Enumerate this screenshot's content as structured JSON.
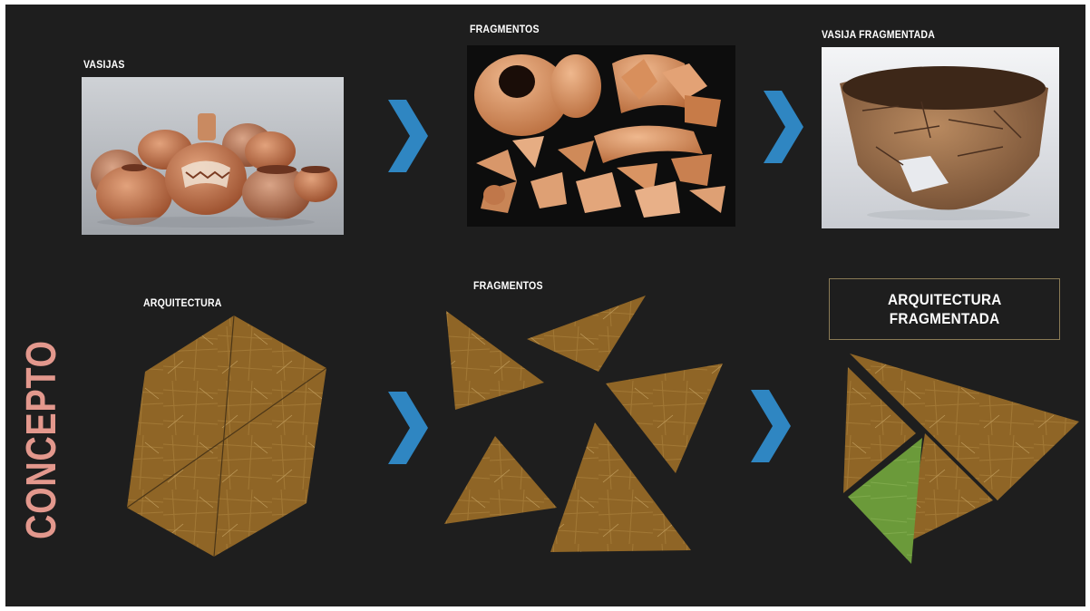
{
  "side_title": "CONCEPTO",
  "top_row": {
    "vessels_label": "VASIJAS",
    "fragments_label": "FRAGMENTOS",
    "fragmented_vessel_label": "VASIJA FRAGMENTADA"
  },
  "bottom_row": {
    "architecture_label": "ARQUITECTURA",
    "fragments_label": "FRAGMENTOS",
    "result_label_line1": "ARQUITECTURA",
    "result_label_line2": "FRAGMENTADA"
  },
  "colors": {
    "background": "#1e1e1e",
    "concept_text": "#e3988d",
    "arrow_blue": "#2f86c2",
    "wood": "#8f6526",
    "wood_highlight": "#a9803b",
    "green_fragment": "#6b9a3a"
  },
  "icons": {
    "arrow": "chevron-right-icon"
  }
}
